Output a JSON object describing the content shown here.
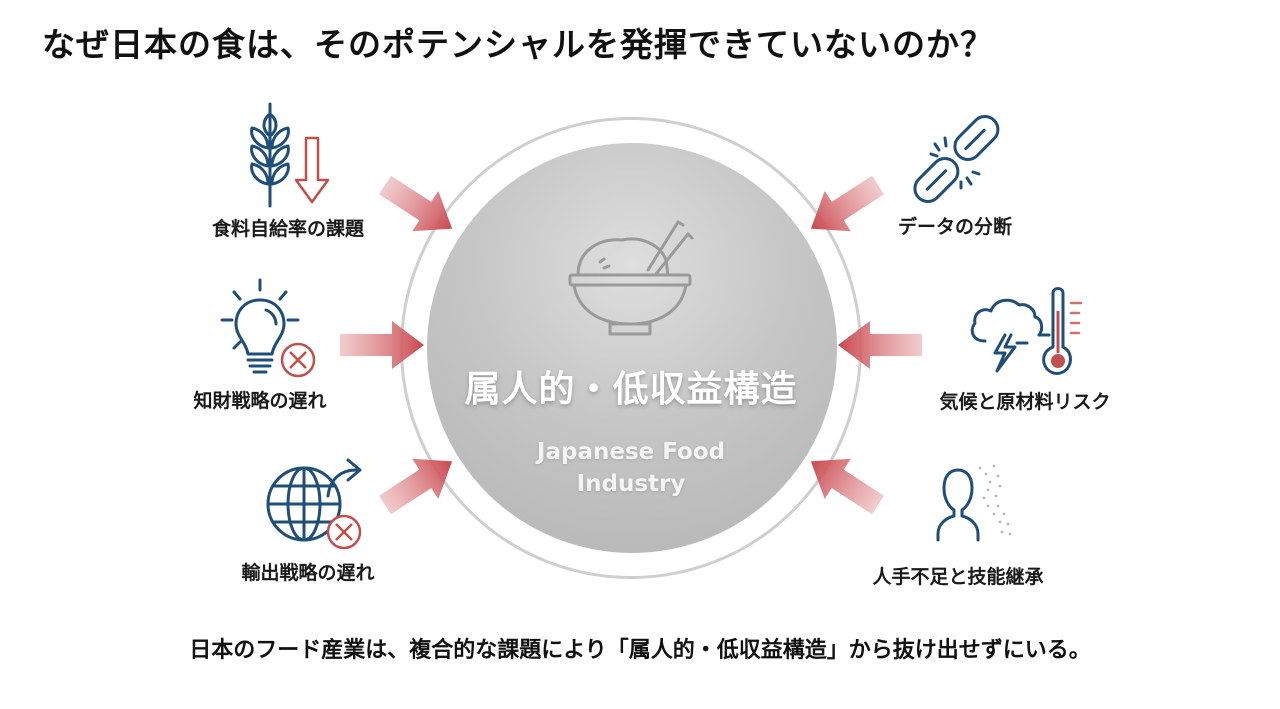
{
  "title": "なぜ日本の食は、そのポテンシャルを発揮できていないのか？",
  "center": {
    "main_label": "属人的・低収益構造",
    "sub_label_line1": "Japanese Food",
    "sub_label_line2": "Industry",
    "icon": "rice-bowl-icon"
  },
  "factors_left": [
    {
      "label": "食料自給率の課題",
      "icon": "wheat-down-arrow-icon"
    },
    {
      "label": "知財戦略の遅れ",
      "icon": "lightbulb-x-icon"
    },
    {
      "label": "輸出戦略の遅れ",
      "icon": "globe-export-x-icon"
    }
  ],
  "factors_right": [
    {
      "label": "データの分断",
      "icon": "broken-chain-icon"
    },
    {
      "label": "気候と原材料リスク",
      "icon": "storm-thermometer-icon"
    },
    {
      "label": "人手不足と技能継承",
      "icon": "person-fading-icon"
    }
  ],
  "footer": "日本のフード産業は、複合的な課題により「属人的・低収益構造」から抜け出せずにいる。",
  "colors": {
    "icon_blue": "#1f4e79",
    "accent_red": "#c0504d",
    "arrow_red": "#c9474e",
    "circle_gray": "#bdbdbd"
  }
}
